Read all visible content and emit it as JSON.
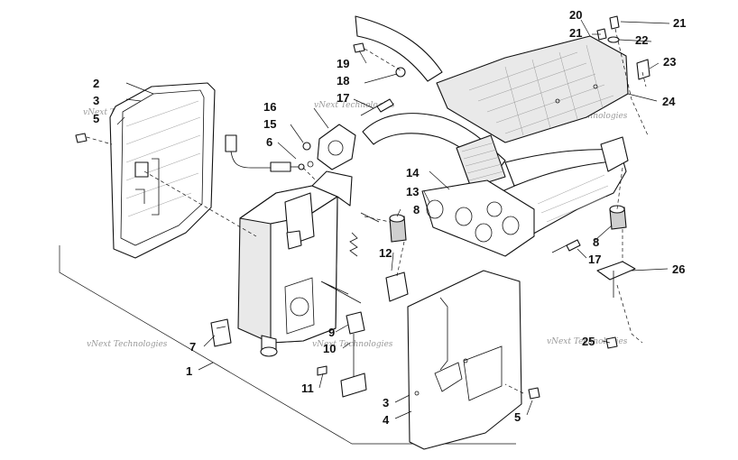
{
  "diagram": {
    "callouts": [
      {
        "id": "1",
        "label": "1"
      },
      {
        "id": "2",
        "label": "2"
      },
      {
        "id": "3a",
        "label": "3"
      },
      {
        "id": "3b",
        "label": "3"
      },
      {
        "id": "4",
        "label": "4"
      },
      {
        "id": "5a",
        "label": "5"
      },
      {
        "id": "5b",
        "label": "5"
      },
      {
        "id": "6",
        "label": "6"
      },
      {
        "id": "7",
        "label": "7"
      },
      {
        "id": "8a",
        "label": "8"
      },
      {
        "id": "8b",
        "label": "8"
      },
      {
        "id": "9",
        "label": "9"
      },
      {
        "id": "10",
        "label": "10"
      },
      {
        "id": "11",
        "label": "11"
      },
      {
        "id": "12",
        "label": "12"
      },
      {
        "id": "13",
        "label": "13"
      },
      {
        "id": "14",
        "label": "14"
      },
      {
        "id": "15",
        "label": "15"
      },
      {
        "id": "16",
        "label": "16"
      },
      {
        "id": "17a",
        "label": "17"
      },
      {
        "id": "17b",
        "label": "17"
      },
      {
        "id": "18",
        "label": "18"
      },
      {
        "id": "19",
        "label": "19"
      },
      {
        "id": "20",
        "label": "20"
      },
      {
        "id": "21a",
        "label": "21"
      },
      {
        "id": "21b",
        "label": "21"
      },
      {
        "id": "22",
        "label": "22"
      },
      {
        "id": "23",
        "label": "23"
      },
      {
        "id": "24",
        "label": "24"
      },
      {
        "id": "25",
        "label": "25"
      },
      {
        "id": "26",
        "label": "26"
      }
    ],
    "watermark": "vNext Technologies"
  }
}
